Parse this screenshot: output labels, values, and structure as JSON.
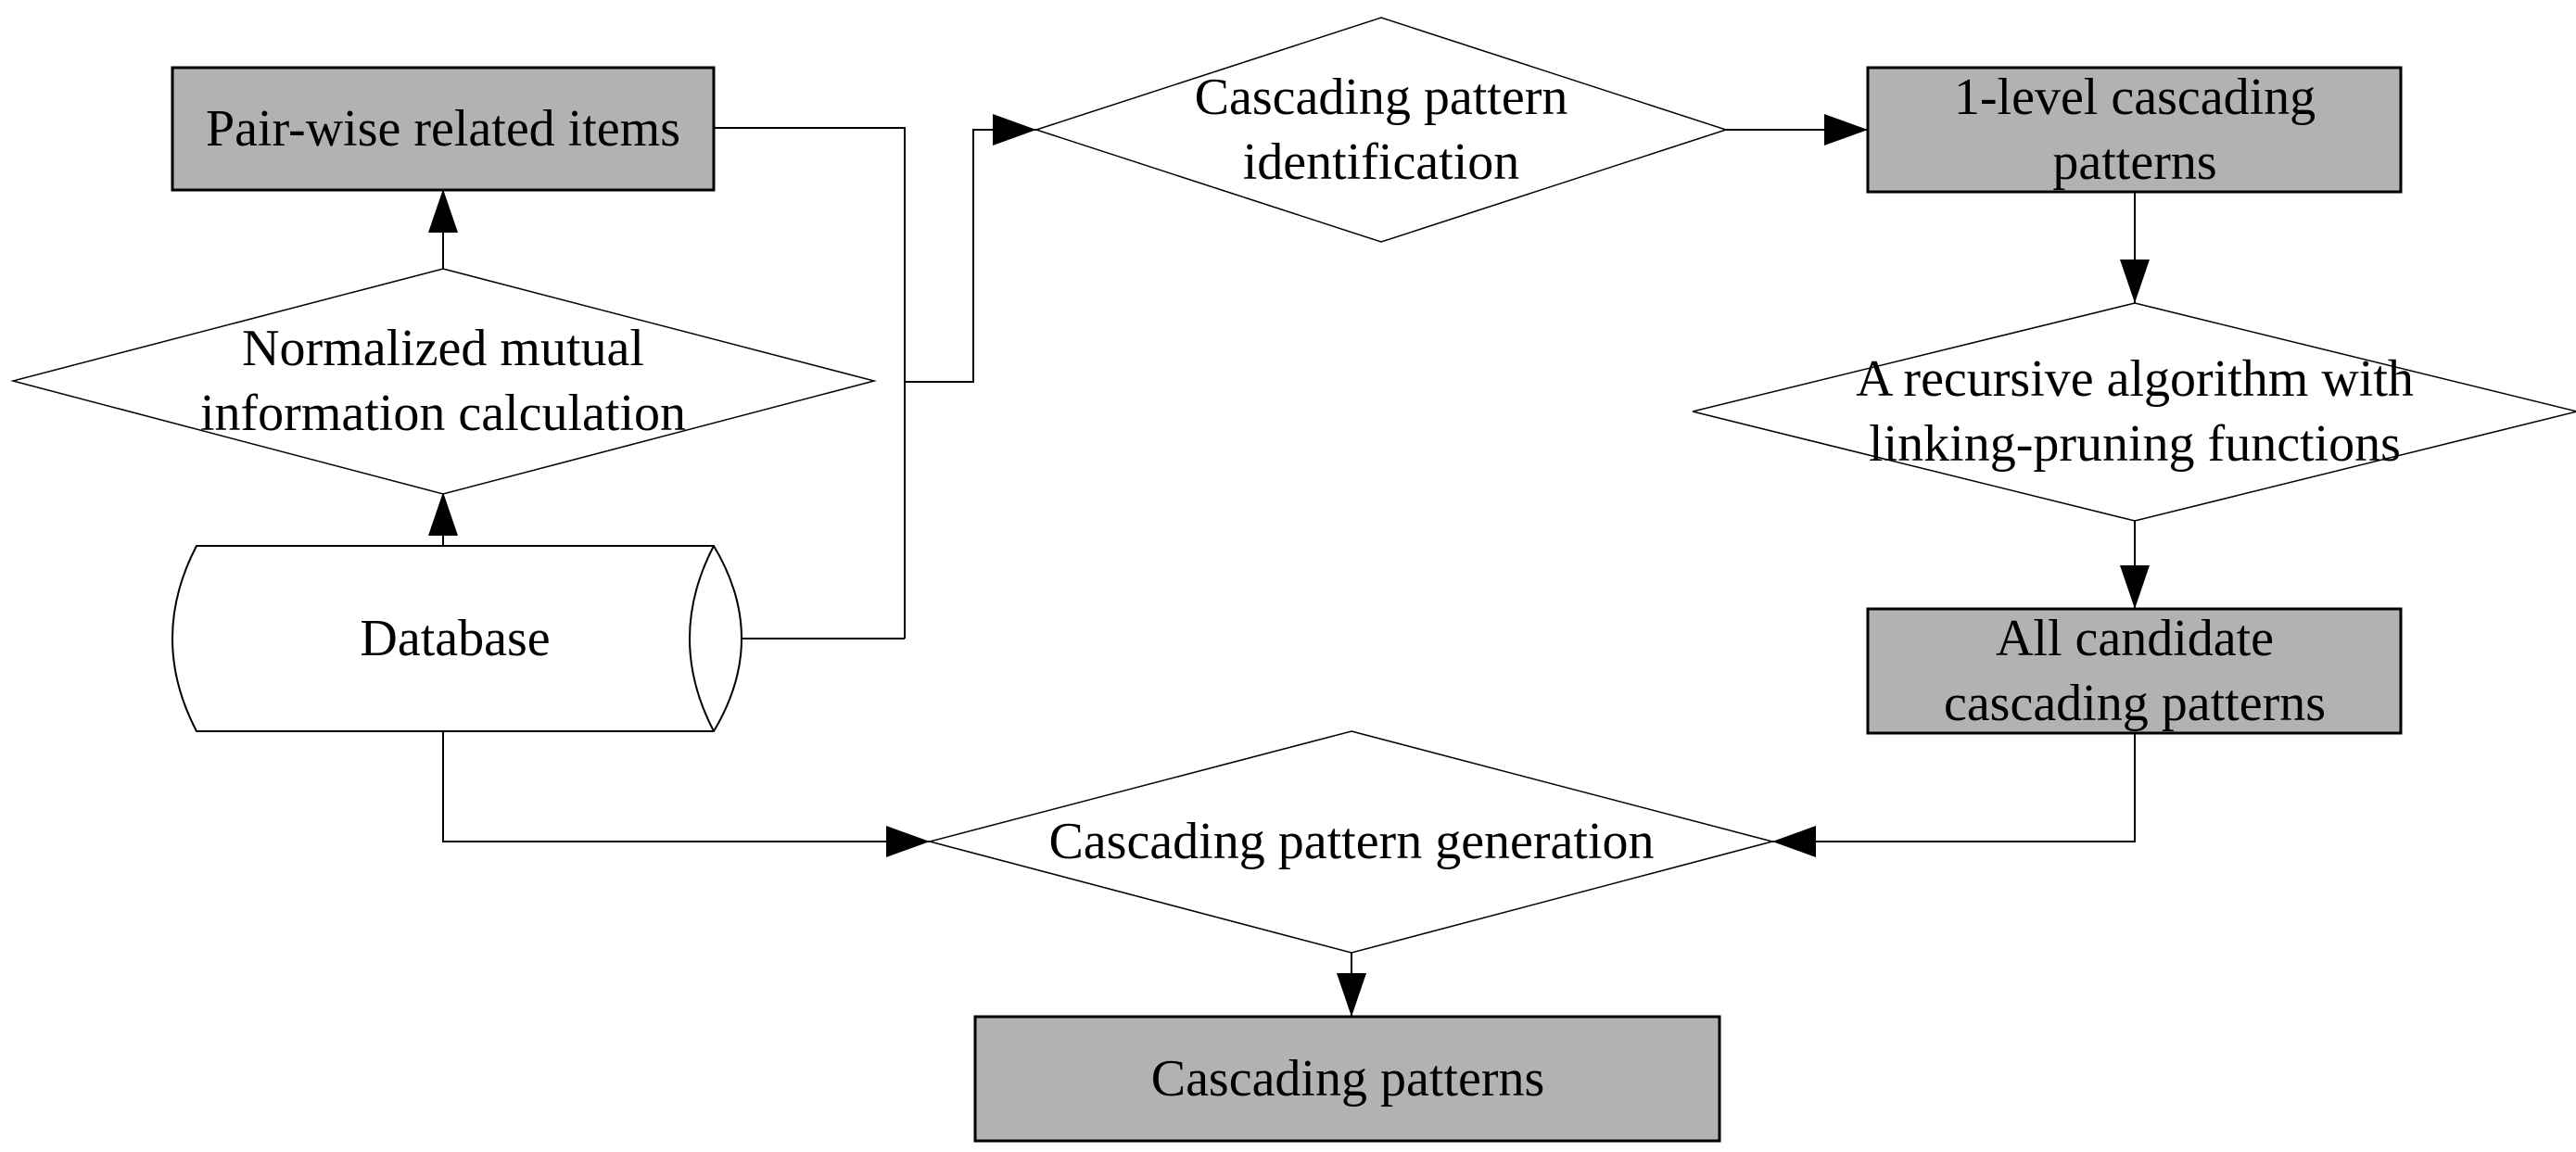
{
  "diagram": {
    "type": "flowchart",
    "colors": {
      "background": "#ffffff",
      "node_fill": "#b2b2b2",
      "shape_stroke": "#000000",
      "text": "#000000"
    },
    "nodes": {
      "pairwise_related_items": {
        "shape": "rectangle",
        "lines": [
          "Pair-wise related items"
        ]
      },
      "cascading_pattern_identification": {
        "shape": "diamond",
        "lines": [
          "Cascading pattern",
          "identification"
        ]
      },
      "one_level_cascading_patterns": {
        "shape": "rectangle",
        "lines": [
          "1-level cascading",
          "patterns"
        ]
      },
      "normalized_mutual_information": {
        "shape": "diamond",
        "lines": [
          "Normalized mutual",
          "information calculation"
        ]
      },
      "recursive_algorithm": {
        "shape": "diamond",
        "lines": [
          "A recursive algorithm with",
          "linking-pruning functions"
        ]
      },
      "database": {
        "shape": "cylinder",
        "lines": [
          "Database"
        ]
      },
      "all_candidate_cascading_patterns": {
        "shape": "rectangle",
        "lines": [
          "All candidate",
          "cascading patterns"
        ]
      },
      "cascading_pattern_generation": {
        "shape": "diamond",
        "lines": [
          "Cascading pattern generation"
        ]
      },
      "cascading_patterns": {
        "shape": "rectangle",
        "lines": [
          "Cascading patterns"
        ]
      }
    },
    "edges": [
      {
        "from": "database",
        "to": "normalized_mutual_information"
      },
      {
        "from": "normalized_mutual_information",
        "to": "pairwise_related_items"
      },
      {
        "from": "pairwise_related_items",
        "to": "cascading_pattern_identification"
      },
      {
        "from": "database",
        "to": "cascading_pattern_identification"
      },
      {
        "from": "cascading_pattern_identification",
        "to": "one_level_cascading_patterns"
      },
      {
        "from": "one_level_cascading_patterns",
        "to": "recursive_algorithm"
      },
      {
        "from": "recursive_algorithm",
        "to": "all_candidate_cascading_patterns"
      },
      {
        "from": "all_candidate_cascading_patterns",
        "to": "cascading_pattern_generation"
      },
      {
        "from": "database",
        "to": "cascading_pattern_generation"
      },
      {
        "from": "cascading_pattern_generation",
        "to": "cascading_patterns"
      }
    ]
  }
}
